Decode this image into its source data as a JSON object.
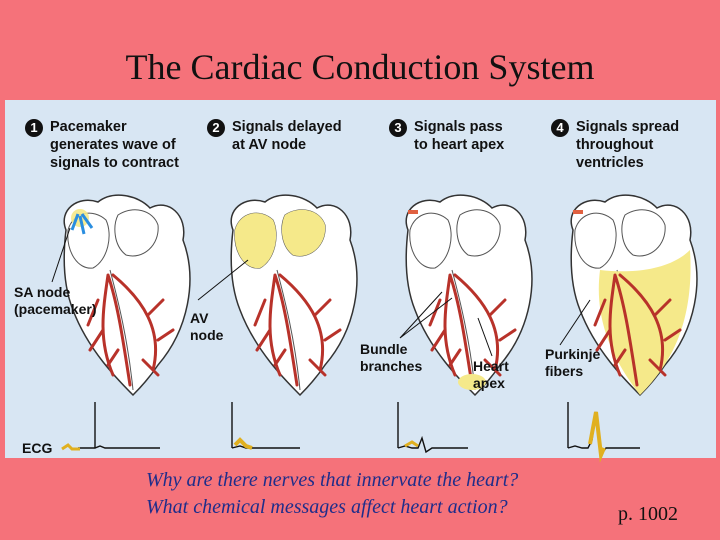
{
  "title": "The Cardiac Conduction System",
  "steps": [
    {
      "num": "1",
      "line1": "Pacemaker",
      "line2": "generates wave of",
      "line3": "signals to contract"
    },
    {
      "num": "2",
      "line1": "Signals delayed",
      "line2": "at AV node",
      "line3": ""
    },
    {
      "num": "3",
      "line1": "Signals pass",
      "line2": "to heart apex",
      "line3": ""
    },
    {
      "num": "4",
      "line1": "Signals spread",
      "line2": "throughout",
      "line3": "ventricles"
    }
  ],
  "labels": {
    "sa_node_1": "SA node",
    "sa_node_2": "(pacemaker)",
    "av_node_1": "AV",
    "av_node_2": "node",
    "bundle_1": "Bundle",
    "bundle_2": "branches",
    "apex_1": "Heart",
    "apex_2": "apex",
    "purkinje_1": "Purkinje",
    "purkinje_2": "fibers",
    "ecg": "ECG"
  },
  "questions": {
    "q1": "Why are there nerves that innervate the heart?",
    "q2": "What chemical messages affect heart action?"
  },
  "page_ref": "p. 1002",
  "colors": {
    "background": "#f5727a",
    "panel": "#d8e6f3",
    "conduction": "#b8322a",
    "signal": "#f5e98a",
    "question_text": "#1f2d8a"
  }
}
